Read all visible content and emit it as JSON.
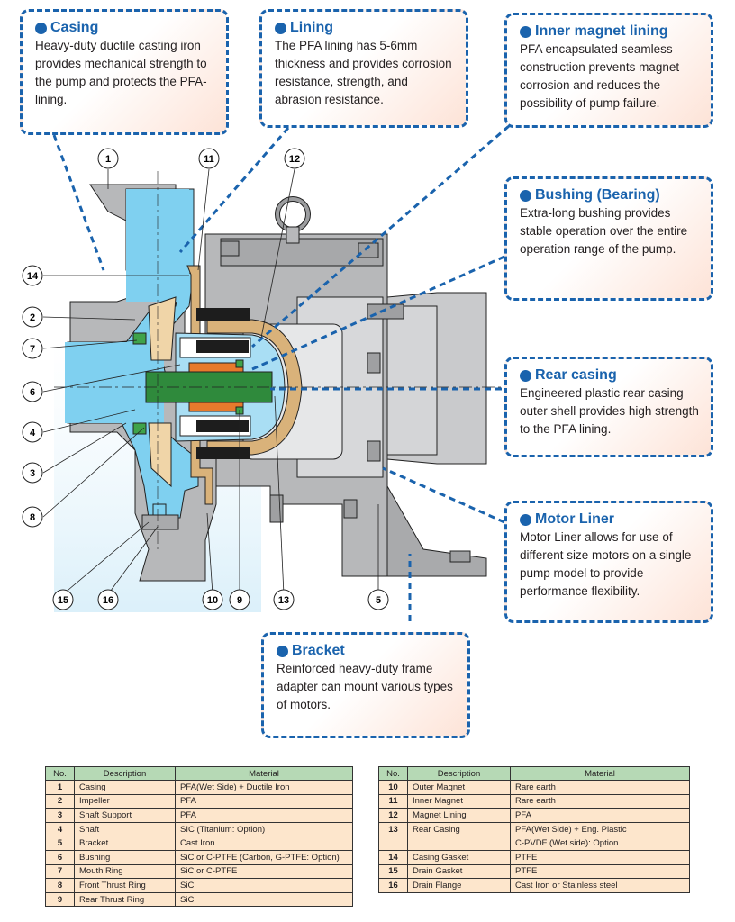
{
  "callouts": {
    "casing": {
      "title": "Casing",
      "text": "Heavy-duty ductile casting iron provides mechanical strength to the pump and protects the PFA-lining."
    },
    "lining": {
      "title": "Lining",
      "text": "The PFA lining has 5-6mm thickness and provides corrosion resistance, strength, and abrasion resistance."
    },
    "inner_magnet_lining": {
      "title": "Inner magnet lining",
      "text": "PFA encapsulated seamless construction prevents magnet corrosion and reduces the possibility of pump failure."
    },
    "bushing": {
      "title": "Bushing (Bearing)",
      "text": "Extra-long bushing provides stable operation over the entire operation range of the pump."
    },
    "rear_casing": {
      "title": "Rear casing",
      "text": "Engineered plastic rear casing outer shell provides high strength to the PFA lining."
    },
    "motor_liner": {
      "title": "Motor Liner",
      "text": "Motor Liner allows for use of different size motors on a single pump model to provide performance flexibility."
    },
    "bracket": {
      "title": "Bracket",
      "text": "Reinforced heavy-duty frame adapter can mount various types of motors."
    }
  },
  "part_numbers": [
    "1",
    "2",
    "3",
    "4",
    "5",
    "6",
    "7",
    "8",
    "9",
    "10",
    "11",
    "12",
    "13",
    "14",
    "15",
    "16"
  ],
  "table_headers": {
    "no": "No.",
    "description": "Description",
    "material": "Material"
  },
  "table_left": [
    {
      "no": "1",
      "description": "Casing",
      "material": "PFA(Wet Side) + Ductile Iron"
    },
    {
      "no": "2",
      "description": "Impeller",
      "material": "PFA"
    },
    {
      "no": "3",
      "description": "Shaft Support",
      "material": "PFA"
    },
    {
      "no": "4",
      "description": "Shaft",
      "material": "SIC (Titanium: Option)"
    },
    {
      "no": "5",
      "description": "Bracket",
      "material": "Cast Iron"
    },
    {
      "no": "6",
      "description": "Bushing",
      "material": "SiC or C-PTFE (Carbon, G-PTFE: Option)"
    },
    {
      "no": "7",
      "description": "Mouth Ring",
      "material": "SiC or C-PTFE"
    },
    {
      "no": "8",
      "description": "Front Thrust Ring",
      "material": "SiC"
    },
    {
      "no": "9",
      "description": "Rear Thrust Ring",
      "material": "SiC"
    }
  ],
  "table_right": [
    {
      "no": "10",
      "description": "Outer Magnet",
      "material": "Rare earth"
    },
    {
      "no": "11",
      "description": "Inner Magnet",
      "material": "Rare earth"
    },
    {
      "no": "12",
      "description": "Magnet Lining",
      "material": "PFA"
    },
    {
      "no": "13",
      "description": "Rear Casing",
      "material": "PFA(Wet Side) + Eng. Plastic"
    },
    {
      "no": "",
      "description": "",
      "material": "C-PVDF (Wet side): Option"
    },
    {
      "no": "14",
      "description": "Casing Gasket",
      "material": "PTFE"
    },
    {
      "no": "15",
      "description": "Drain Gasket",
      "material": "PTFE"
    },
    {
      "no": "16",
      "description": "Drain Flange",
      "material": "Cast Iron or Stainless steel"
    }
  ],
  "colors": {
    "accent_blue": "#1a63ad",
    "pfa_blue": "#7fd0f0",
    "metal_gray": "#b7b8ba",
    "tan": "#d9b27a",
    "green_shaft": "#2f8a3c",
    "orange_bushing": "#e77a2c",
    "callout_fill": "#fde3d7",
    "table_header": "#b6d9b5",
    "table_cell": "#fde6cc"
  }
}
